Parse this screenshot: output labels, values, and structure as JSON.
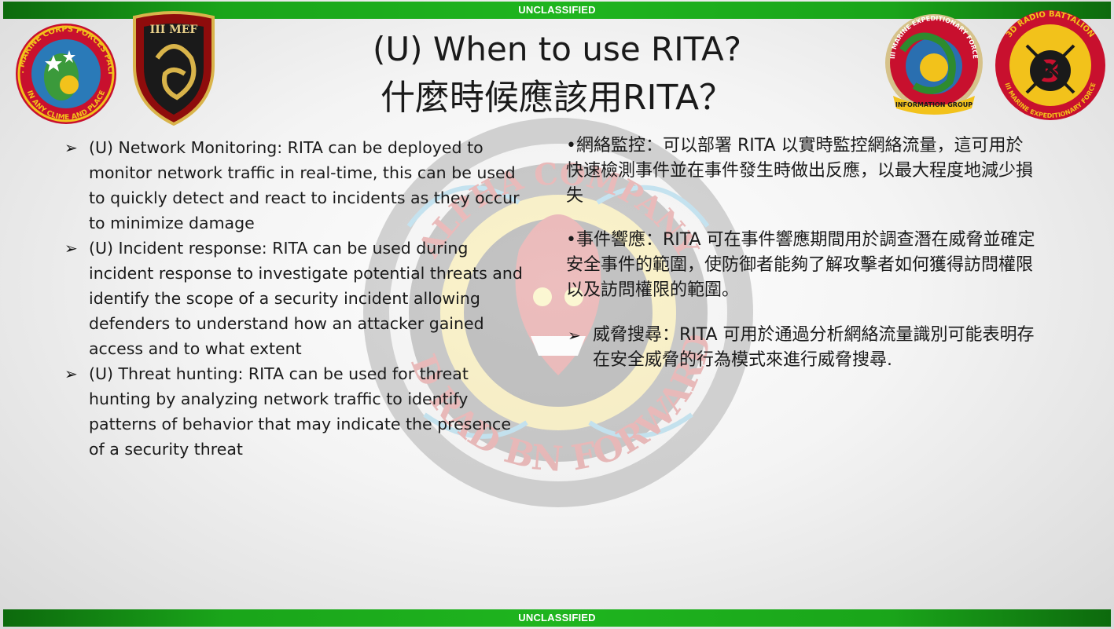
{
  "classification": {
    "top": "UNCLASSIFIED",
    "bottom": "UNCLASSIFIED"
  },
  "title": {
    "line1": "(U) When to use RITA?",
    "line2": "什麼時候應該用RITA？"
  },
  "logos": {
    "left1": "U.S. MARINE CORPS FORCES PACIFIC",
    "left1_motto": "IN ANY CLIME AND PLACE",
    "left2": "III MEF",
    "right1": "III MARINE EXPEDITIONARY FORCE",
    "right1_bottom": "INFORMATION GROUP",
    "right2": "3D RADIO BATTALION",
    "right2_bottom": "III MARINE EXPEDITIONARY FORCE",
    "watermark_bottom": "3D RAD BN FORWARD",
    "watermark_top": "ALPHA COMPANY"
  },
  "left_bullets": [
    {
      "text": "(U) Network Monitoring:  RITA can be deployed to monitor network traffic in real-time, this can be used to quickly detect and react to incidents as they occur to minimize damage"
    },
    {
      "text": "(U) Incident response: RITA can be used during incident response to investigate potential threats and identify the scope of a security incident allowing defenders to understand how an attacker gained access and to what extent"
    },
    {
      "text": "(U) Threat hunting: RITA can be used for threat hunting by analyzing network traffic to identify patterns of behavior that may indicate the presence of a security threat"
    }
  ],
  "right_blocks": {
    "network_monitoring": "•網絡監控：可以部署 RITA 以實時監控網絡流量，這可用於快速檢測事件並在事件發生時做出反應，以最大程度地減少損失",
    "incident_response": "•事件響應：RITA 可在事件響應期間用於調查潛在威脅並確定安全事件的範圍，使防御者能夠了解攻擊者如何獲得訪問權限以及訪問權限的範圍。",
    "threat_hunting": "威脅搜尋：RITA 可用於通過分析網絡流量識別可能表明存在安全威脅的行為模式來進行威脅搜尋."
  },
  "icons": {
    "bullet_arrow": "arrow-bullet-icon"
  },
  "colors": {
    "classification_green": "#1fb51f",
    "marine_red": "#c8102e",
    "marine_gold": "#f2c21b"
  }
}
